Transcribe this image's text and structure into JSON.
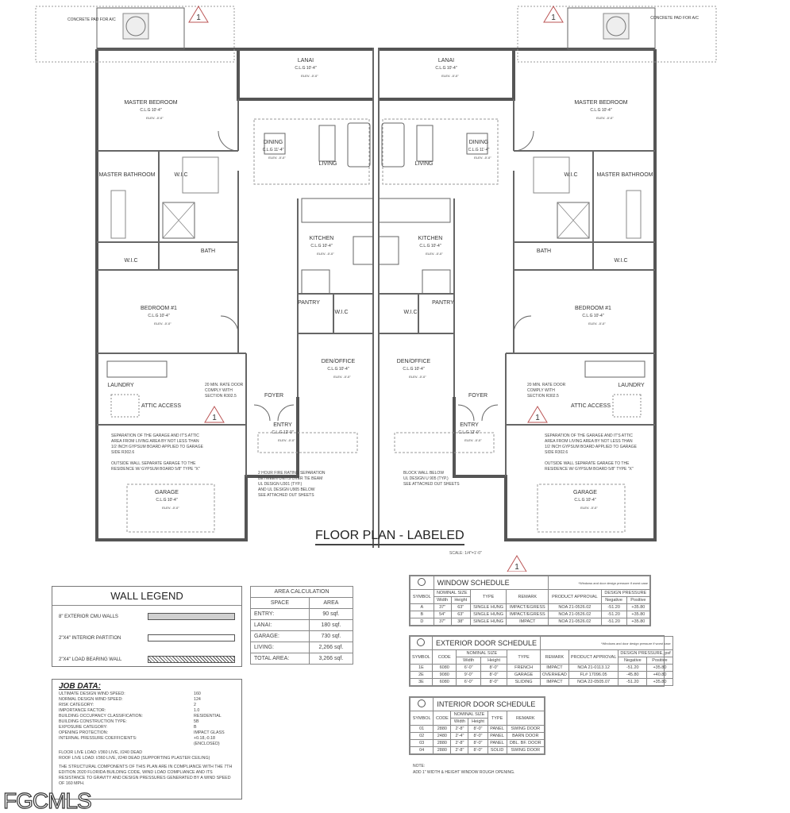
{
  "title": "FLOOR PLAN - LABELED",
  "scale": "SCALE: 1/4\"=1'-0\"",
  "watermark": "FGCMLS",
  "revision_mark": "1",
  "ac_pad_label": "CONCRETE PAD FOR A/C",
  "elev_label": "ELEV. -0'-0\"",
  "rooms": [
    {
      "name": "MASTER BEDROOM",
      "clg": "C.L.G 10'-4\""
    },
    {
      "name": "LANAI",
      "clg": "C.L.G 10'-4\""
    },
    {
      "name": "DINING",
      "clg": "C.L.G 11'-4\""
    },
    {
      "name": "LIVING",
      "clg": ""
    },
    {
      "name": "W.I.C",
      "clg": ""
    },
    {
      "name": "MASTER BATHROOM",
      "clg": ""
    },
    {
      "name": "KITCHEN",
      "clg": "C.L.G 10'-4\""
    },
    {
      "name": "BATH",
      "clg": ""
    },
    {
      "name": "W.I.C",
      "clg": ""
    },
    {
      "name": "BEDROOM #1",
      "clg": "C.L.G 10'-4\""
    },
    {
      "name": "PANTRY",
      "clg": ""
    },
    {
      "name": "W.I.C",
      "clg": ""
    },
    {
      "name": "DEN/OFFICE",
      "clg": "C.L.G 10'-4\""
    },
    {
      "name": "LAUNDRY",
      "clg": ""
    },
    {
      "name": "ATTIC ACCESS",
      "clg": ""
    },
    {
      "name": "FOYER",
      "clg": ""
    },
    {
      "name": "ENTRY",
      "clg": "C.L.G 12'-0\""
    },
    {
      "name": "GARAGE",
      "clg": "C.L.G 10'-4\""
    }
  ],
  "notes": {
    "garage_separation": [
      "SEPARATION OF THE GARAGE AND IT'S ATTIC",
      "AREA FROM LIVING AREA BY NOT LESS THAN",
      "1/2 INCH GYPSUM BOARD APPLIED TO GARAGE",
      "SIDE R302.6",
      "",
      "OUTSIDE WALL SEPARATE GARAGE TO THE",
      "RESIDENCE W/ GYPSUM BOARD 5/8\" TYPE \"X\""
    ],
    "rate_door": [
      "20 MIN. RATE DOOR",
      "COMPLY WITH",
      "SECTION R302.5"
    ],
    "fire_rating": [
      "2 HOUR FIRE RATING SEPARATION",
      "BETWEEN UNITS OVER TIE BEAM",
      "UL DESIGN U301 (TYP.)",
      "AND UL DESIGN U905 BELOW",
      "SEE ATTACHED OUT SHEETS"
    ],
    "block_wall": [
      "BLOCK WALL BELOW",
      "UL DESIGN U 905 (TYP.)",
      "SEE ATTACHED OUT SHEETS"
    ]
  },
  "wall_legend": {
    "title": "WALL LEGEND",
    "items": [
      {
        "label": "8\" EXTERIOR CMU WALLS",
        "fill": "#d0d0d0"
      },
      {
        "label": "2\"X4\" INTERIOR PARTITION",
        "fill": "#ffffff"
      },
      {
        "label": "2\"X4\" LOAD BEARING WALL",
        "fill": "hatch"
      }
    ]
  },
  "area_calc": {
    "title": "AREA CALCULATION",
    "headers": [
      "SPACE",
      "AREA"
    ],
    "rows": [
      [
        "ENTRY:",
        "90 sqf."
      ],
      [
        "LANAI:",
        "180 sqf."
      ],
      [
        "GARAGE:",
        "730 sqf."
      ],
      [
        "LIVING:",
        "2,266 sqf."
      ],
      [
        "TOTAL AREA:",
        "3,266 sqf."
      ]
    ]
  },
  "job_data": {
    "title": "JOB DATA:",
    "rows": [
      [
        "ULTIMATE DESIGN WIND SPEED:",
        "160"
      ],
      [
        "NORMAL DESIGN WIND SPEED:",
        "124"
      ],
      [
        "RISK CATEGORY:",
        "2"
      ],
      [
        "IMPORTANCE FACTOR:",
        "1.0"
      ],
      [
        "BUILDING OCCUPANCY CLASSIFICATION:",
        "RESIDENTIAL"
      ],
      [
        "BUILDING CONSTRUCTION TYPE:",
        "5B"
      ],
      [
        "EXPOSURE CATEGORY:",
        "B"
      ],
      [
        "OPENING PROTECTION:",
        "IMPACT GLASS"
      ],
      [
        "INTERNAL PRESSURE COEFFICIENTS:",
        "+0.18,-0.18 (ENCLOSED)"
      ]
    ],
    "loads": [
      "FLOOR LIVE LOAD: l/360 LIVE, l/240 DEAD",
      "ROOF LIVE LOAD: l/360 LIVE, l/240 DEAD (SUPPORTING PLASTER CEILING)"
    ],
    "compliance": "THE STRUCTURAL COMPONENTS OF THIS PLAN ARE IN COMPLIANCE WITH THE 7TH EDITION 2020 FLORIDA BUILDING CODE, WIND LOAD COMPLIANCE AND ITS RESISTANCE TO GRAVITY AND DESIGN PRESSURES GENERATED BY A WIND SPEED OF 160 MPH."
  },
  "window_schedule": {
    "title": "WINDOW SCHEDULE",
    "note": "*Windows and door design pressure if worst case",
    "headers": [
      "SYMBOL",
      "Width",
      "Height",
      "TYPE",
      "REMARK",
      "PRODUCT APPROVAL",
      "Negative",
      "Positive"
    ],
    "group_headers": {
      "size": "NOMINAL SIZE",
      "pressure": "DESIGN PRESSURE"
    },
    "rows": [
      [
        "A",
        "37\"",
        "63\"",
        "SINGLE HUNG",
        "IMPACT/EGRESS",
        "NOA 21-0526.02",
        "-51.20",
        "+35.80"
      ],
      [
        "B",
        "54\"",
        "63\"",
        "SINGLE HUNG",
        "IMPACT/EGRESS",
        "NOA 21-0526.02",
        "-51.20",
        "+35.80"
      ],
      [
        "D",
        "37\"",
        "38\"",
        "SINGLE HUNG",
        "IMPACT",
        "NOA 21-0526.02",
        "-51.20",
        "+35.80"
      ]
    ]
  },
  "exterior_door_schedule": {
    "title": "EXTERIOR DOOR SCHEDULE",
    "note": "*Windows and door design pressure if worst case",
    "headers": [
      "SYMBOL",
      "CODE",
      "Width",
      "Height",
      "TYPE",
      "REMARK",
      "PRODUCT APPROVAL",
      "Negative",
      "Positive"
    ],
    "group_headers": {
      "size": "NOMINAL SIZE",
      "pressure": "DESIGN PRESSURE, psf"
    },
    "rows": [
      [
        "1E",
        "6080",
        "6'-0\"",
        "8'-0\"",
        "FRENCH",
        "IMPACT",
        "NOA 21-0113.12",
        "-51.20",
        "+35.80"
      ],
      [
        "2E",
        "9080",
        "9'-0\"",
        "8'-0\"",
        "GARAGE",
        "OVERHEAD",
        "FL# 17096.05",
        "-45.80",
        "+40.80"
      ],
      [
        "3E",
        "6080",
        "6'-0\"",
        "8'-0\"",
        "SLIDING",
        "IMPACT",
        "NOA 22-0505.07",
        "-51.20",
        "+35.80"
      ]
    ]
  },
  "interior_door_schedule": {
    "title": "INTERIOR DOOR SCHEDULE",
    "headers": [
      "SYMBOL",
      "CODE",
      "Width",
      "Height",
      "TYPE",
      "REMARK"
    ],
    "group_headers": {
      "size": "NOMINAL SIZE"
    },
    "rows": [
      [
        "01",
        "2880",
        "2'-8\"",
        "8'-0\"",
        "PANEL",
        "SWING DOOR"
      ],
      [
        "02",
        "2480",
        "2'-4\"",
        "8'-0\"",
        "PANEL",
        "BARN DOOR"
      ],
      [
        "03",
        "2880",
        "2'-8\"",
        "8'-0\"",
        "PANEL",
        "DBL. BF. DOOR"
      ],
      [
        "04",
        "2880",
        "2'-8\"",
        "8'-0\"",
        "SOLID",
        "SWING DOOR"
      ]
    ],
    "note_title": "NOTE:",
    "note": "ADD 1\" WIDTH & HEIGHT WINDOW ROUGH OPENING."
  }
}
